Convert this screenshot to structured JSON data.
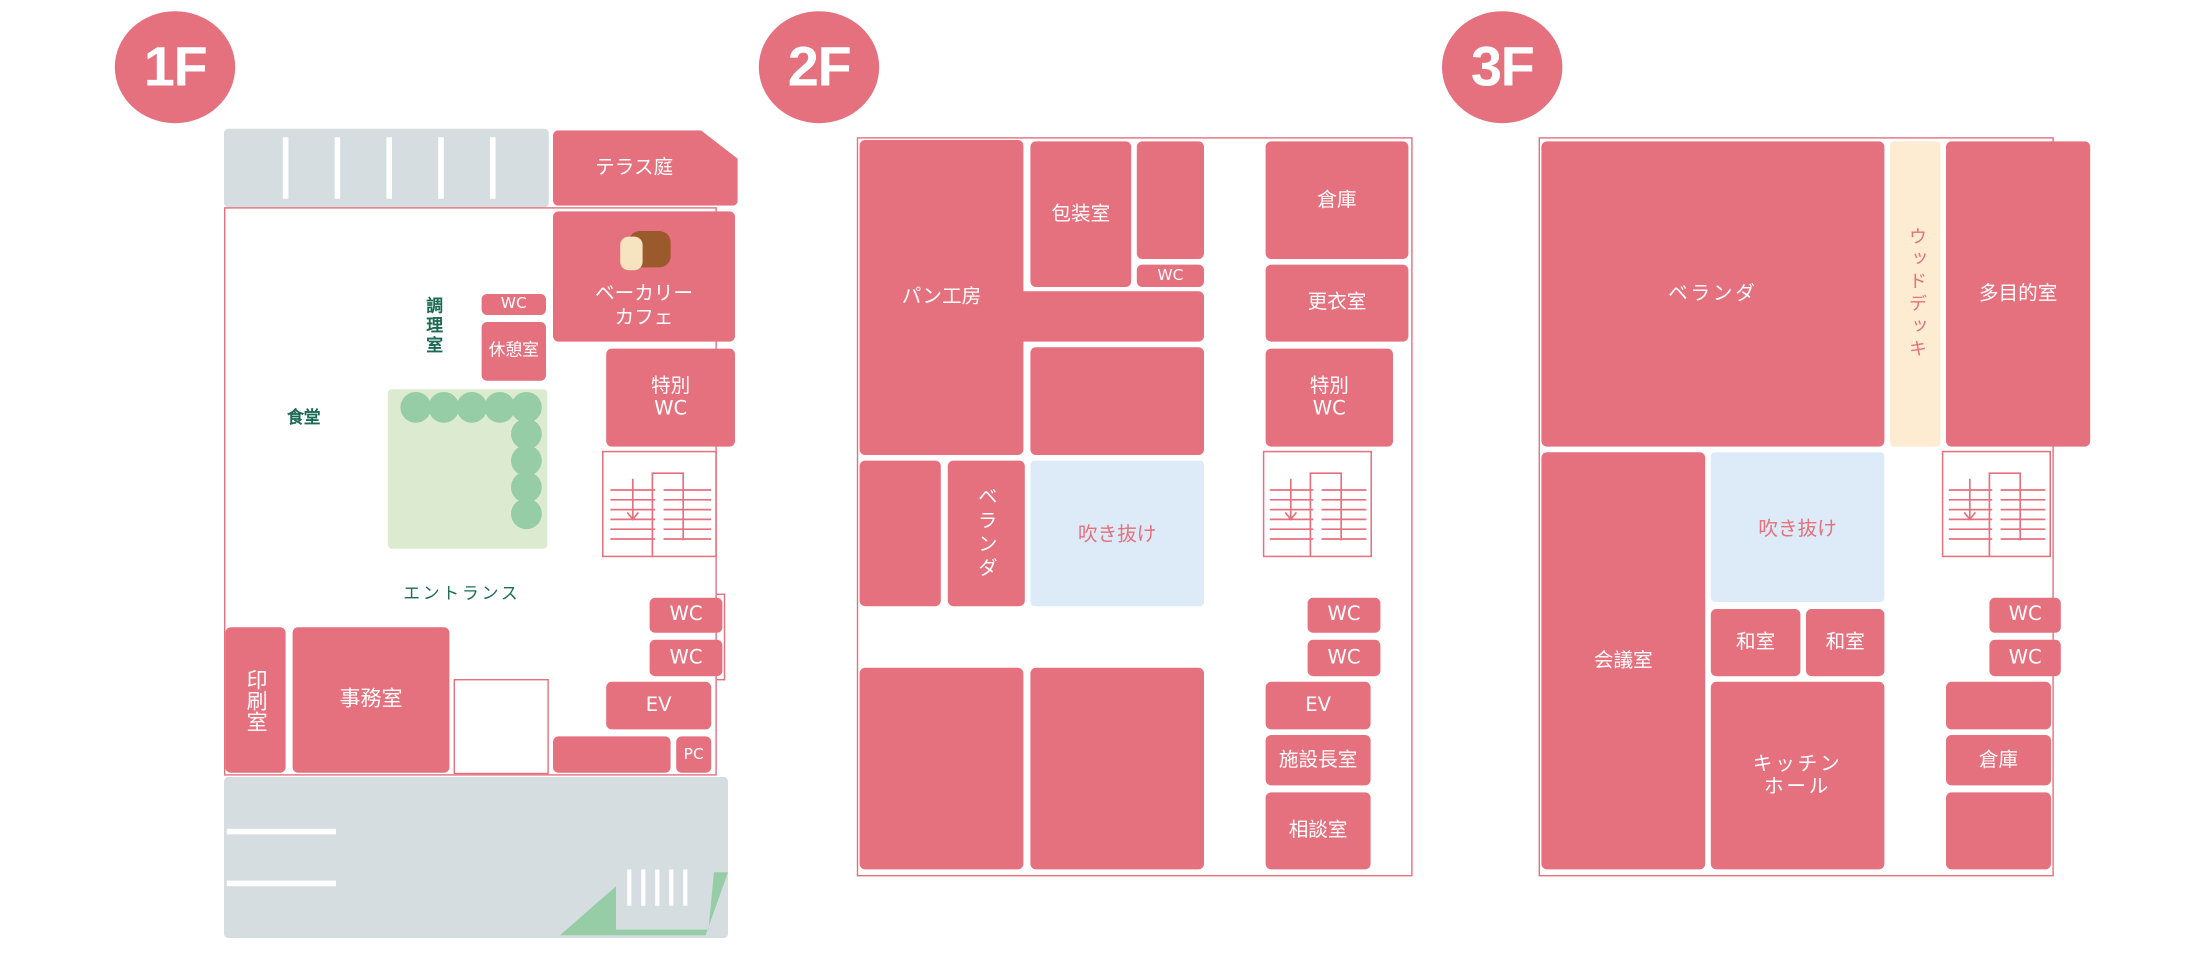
{
  "floors": {
    "f1": {
      "label": "1F",
      "terrace": "テラス庭",
      "bakery": "ベーカリー\nカフェ",
      "wc_small": "WC",
      "lounge": "休憩室",
      "kitchen": "調理室",
      "special_wc": "特別\nWC",
      "dining": "食堂",
      "entrance": "エントランス",
      "wc1": "WC",
      "wc2": "WC",
      "print_room": "印刷室",
      "office": "事務室",
      "ev": "EV",
      "pc": "PC"
    },
    "f2": {
      "label": "2F",
      "bread_studio": "パン工房",
      "packing": "包装室",
      "wc_small": "WC",
      "storage": "倉庫",
      "locker": "更衣室",
      "special_wc": "特別\nWC",
      "veranda": "ベランダ",
      "atrium": "吹き抜け",
      "wc1": "WC",
      "wc2": "WC",
      "ev": "EV",
      "director": "施設長室",
      "consult": "相談室"
    },
    "f3": {
      "label": "3F",
      "veranda": "ベランダ",
      "wood_deck": "ウッドデッキ",
      "multipurpose": "多目的室",
      "meeting": "会議室",
      "atrium": "吹き抜け",
      "washitsu1": "和室",
      "washitsu2": "和室",
      "kitchen_hall": "キッチン\nホール",
      "wc1": "WC",
      "wc2": "WC",
      "storage": "倉庫"
    }
  },
  "colors": {
    "room": "#e5707e",
    "parking": "#d5dde1",
    "garden": "#dcebd0",
    "shrub": "#96cca6",
    "atrium": "#dcebf7",
    "deck": "#fdecd2",
    "label": "#1d6b55"
  }
}
